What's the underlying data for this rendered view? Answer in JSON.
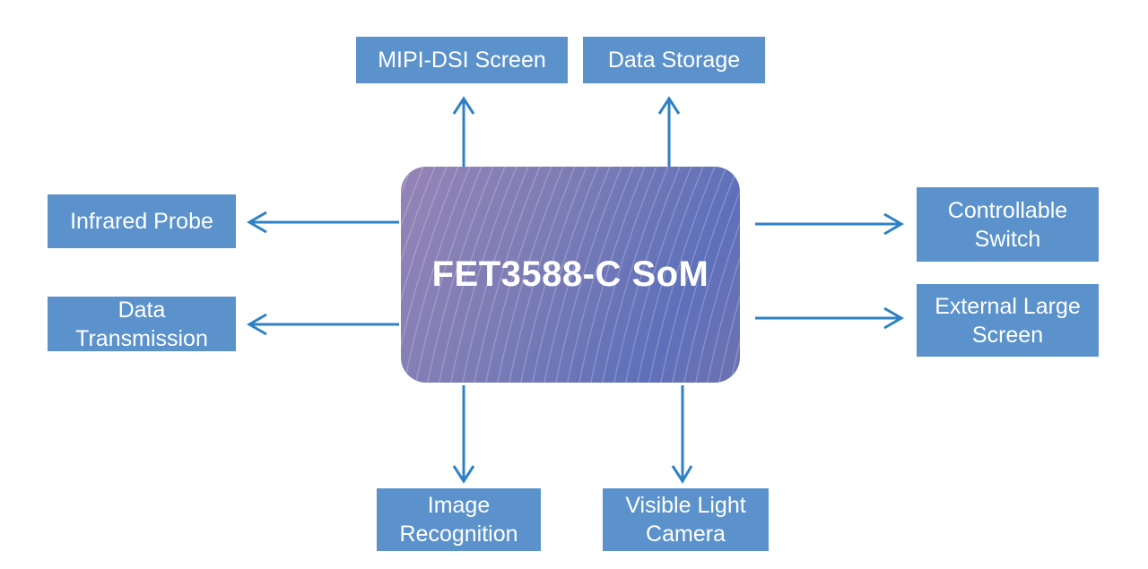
{
  "diagram": {
    "center_label": "FET3588-C SoM",
    "nodes": {
      "mipi_dsi_screen": {
        "label": "MIPI-DSI Screen"
      },
      "data_storage": {
        "label": "Data Storage"
      },
      "infrared_probe": {
        "label": "Infrared Probe"
      },
      "data_transmission": {
        "label": "Data Transmission"
      },
      "controllable_switch": {
        "label": "Controllable Switch"
      },
      "external_large_screen": {
        "label": "External Large Screen"
      },
      "image_recognition": {
        "label": "Image Recognition"
      },
      "visible_light_camera": {
        "label": "Visible Light Camera"
      }
    },
    "connections": [
      {
        "from": "center",
        "to": "mipi_dsi_screen",
        "direction": "up"
      },
      {
        "from": "center",
        "to": "data_storage",
        "direction": "up"
      },
      {
        "from": "center",
        "to": "infrared_probe",
        "direction": "left"
      },
      {
        "from": "center",
        "to": "data_transmission",
        "direction": "left"
      },
      {
        "from": "center",
        "to": "controllable_switch",
        "direction": "right"
      },
      {
        "from": "center",
        "to": "external_large_screen",
        "direction": "right"
      },
      {
        "from": "center",
        "to": "image_recognition",
        "direction": "down"
      },
      {
        "from": "center",
        "to": "visible_light_camera",
        "direction": "down"
      }
    ],
    "colors": {
      "background": "#ffffff",
      "node_background": "#5b92cc",
      "node_text": "#ffffff",
      "arrow": "#2e81c4",
      "center_gradient_start": "#9584b6",
      "center_gradient_end": "#5e70ba",
      "center_text": "#ffffff"
    }
  }
}
